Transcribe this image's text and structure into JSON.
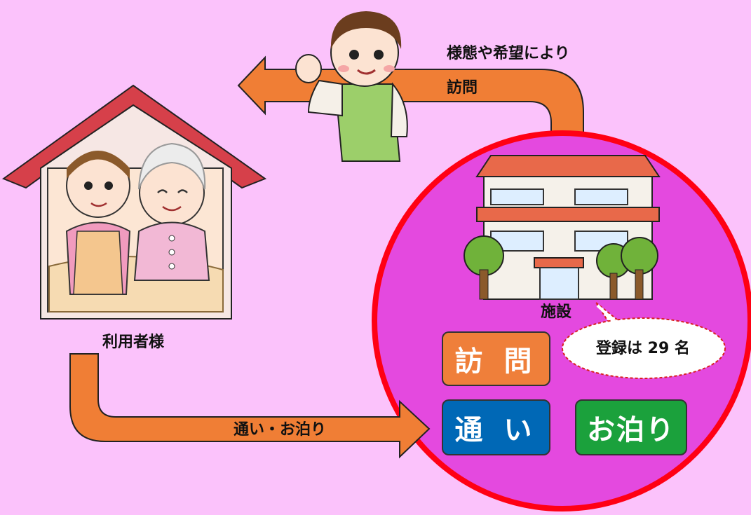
{
  "labels": {
    "arrow_top_line1": "様態や希望により",
    "arrow_top_line2": "訪問",
    "user_label": "利用者様",
    "bottom_arrow_label": "通い・お泊り",
    "facility_label": "施設",
    "registration_bubble": "登録は 29 名"
  },
  "services": {
    "visit": "訪 問",
    "day": "通 い",
    "stay": "お泊り"
  },
  "colors": {
    "background": "#FBC2FB",
    "arrow": "#F07E35",
    "circle_fill": "#E449DF",
    "circle_stroke": "#FF0014",
    "visit_btn": "#EF7F3A",
    "day_btn": "#0068B6",
    "stay_btn": "#1BA13C"
  }
}
